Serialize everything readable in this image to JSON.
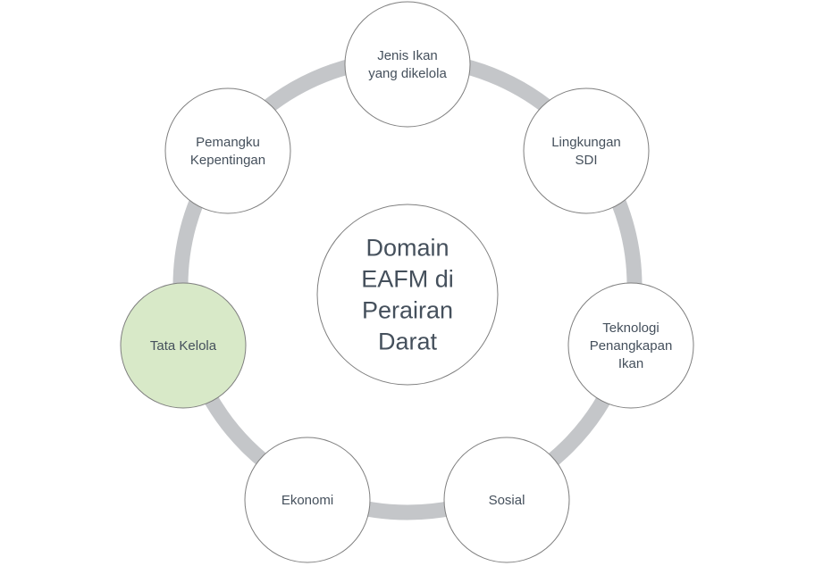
{
  "diagram": {
    "center": {
      "lines": [
        "Domain",
        "EAFM di",
        "Perairan",
        "Darat"
      ]
    },
    "nodes": [
      {
        "id": "jenis-ikan",
        "lines": [
          "Jenis Ikan",
          "yang dikelola"
        ],
        "highlighted": false
      },
      {
        "id": "lingkungan-sdi",
        "lines": [
          "Lingkungan",
          "SDI"
        ],
        "highlighted": false
      },
      {
        "id": "teknologi-penangkapan-ikan",
        "lines": [
          "Teknologi",
          "Penangkapan",
          "Ikan"
        ],
        "highlighted": false
      },
      {
        "id": "sosial",
        "lines": [
          "Sosial"
        ],
        "highlighted": false
      },
      {
        "id": "ekonomi",
        "lines": [
          "Ekonomi"
        ],
        "highlighted": false
      },
      {
        "id": "tata-kelola",
        "lines": [
          "Tata Kelola"
        ],
        "highlighted": true
      },
      {
        "id": "pemangku-kepentingan",
        "lines": [
          "Pemangku",
          "Kepentingan"
        ],
        "highlighted": false
      }
    ],
    "colors": {
      "ring": "#c4c6c9",
      "node_fill": "#ffffff",
      "node_stroke": "#7f7f7f",
      "highlight_fill": "#d8e9c8",
      "text": "#45505c"
    }
  }
}
